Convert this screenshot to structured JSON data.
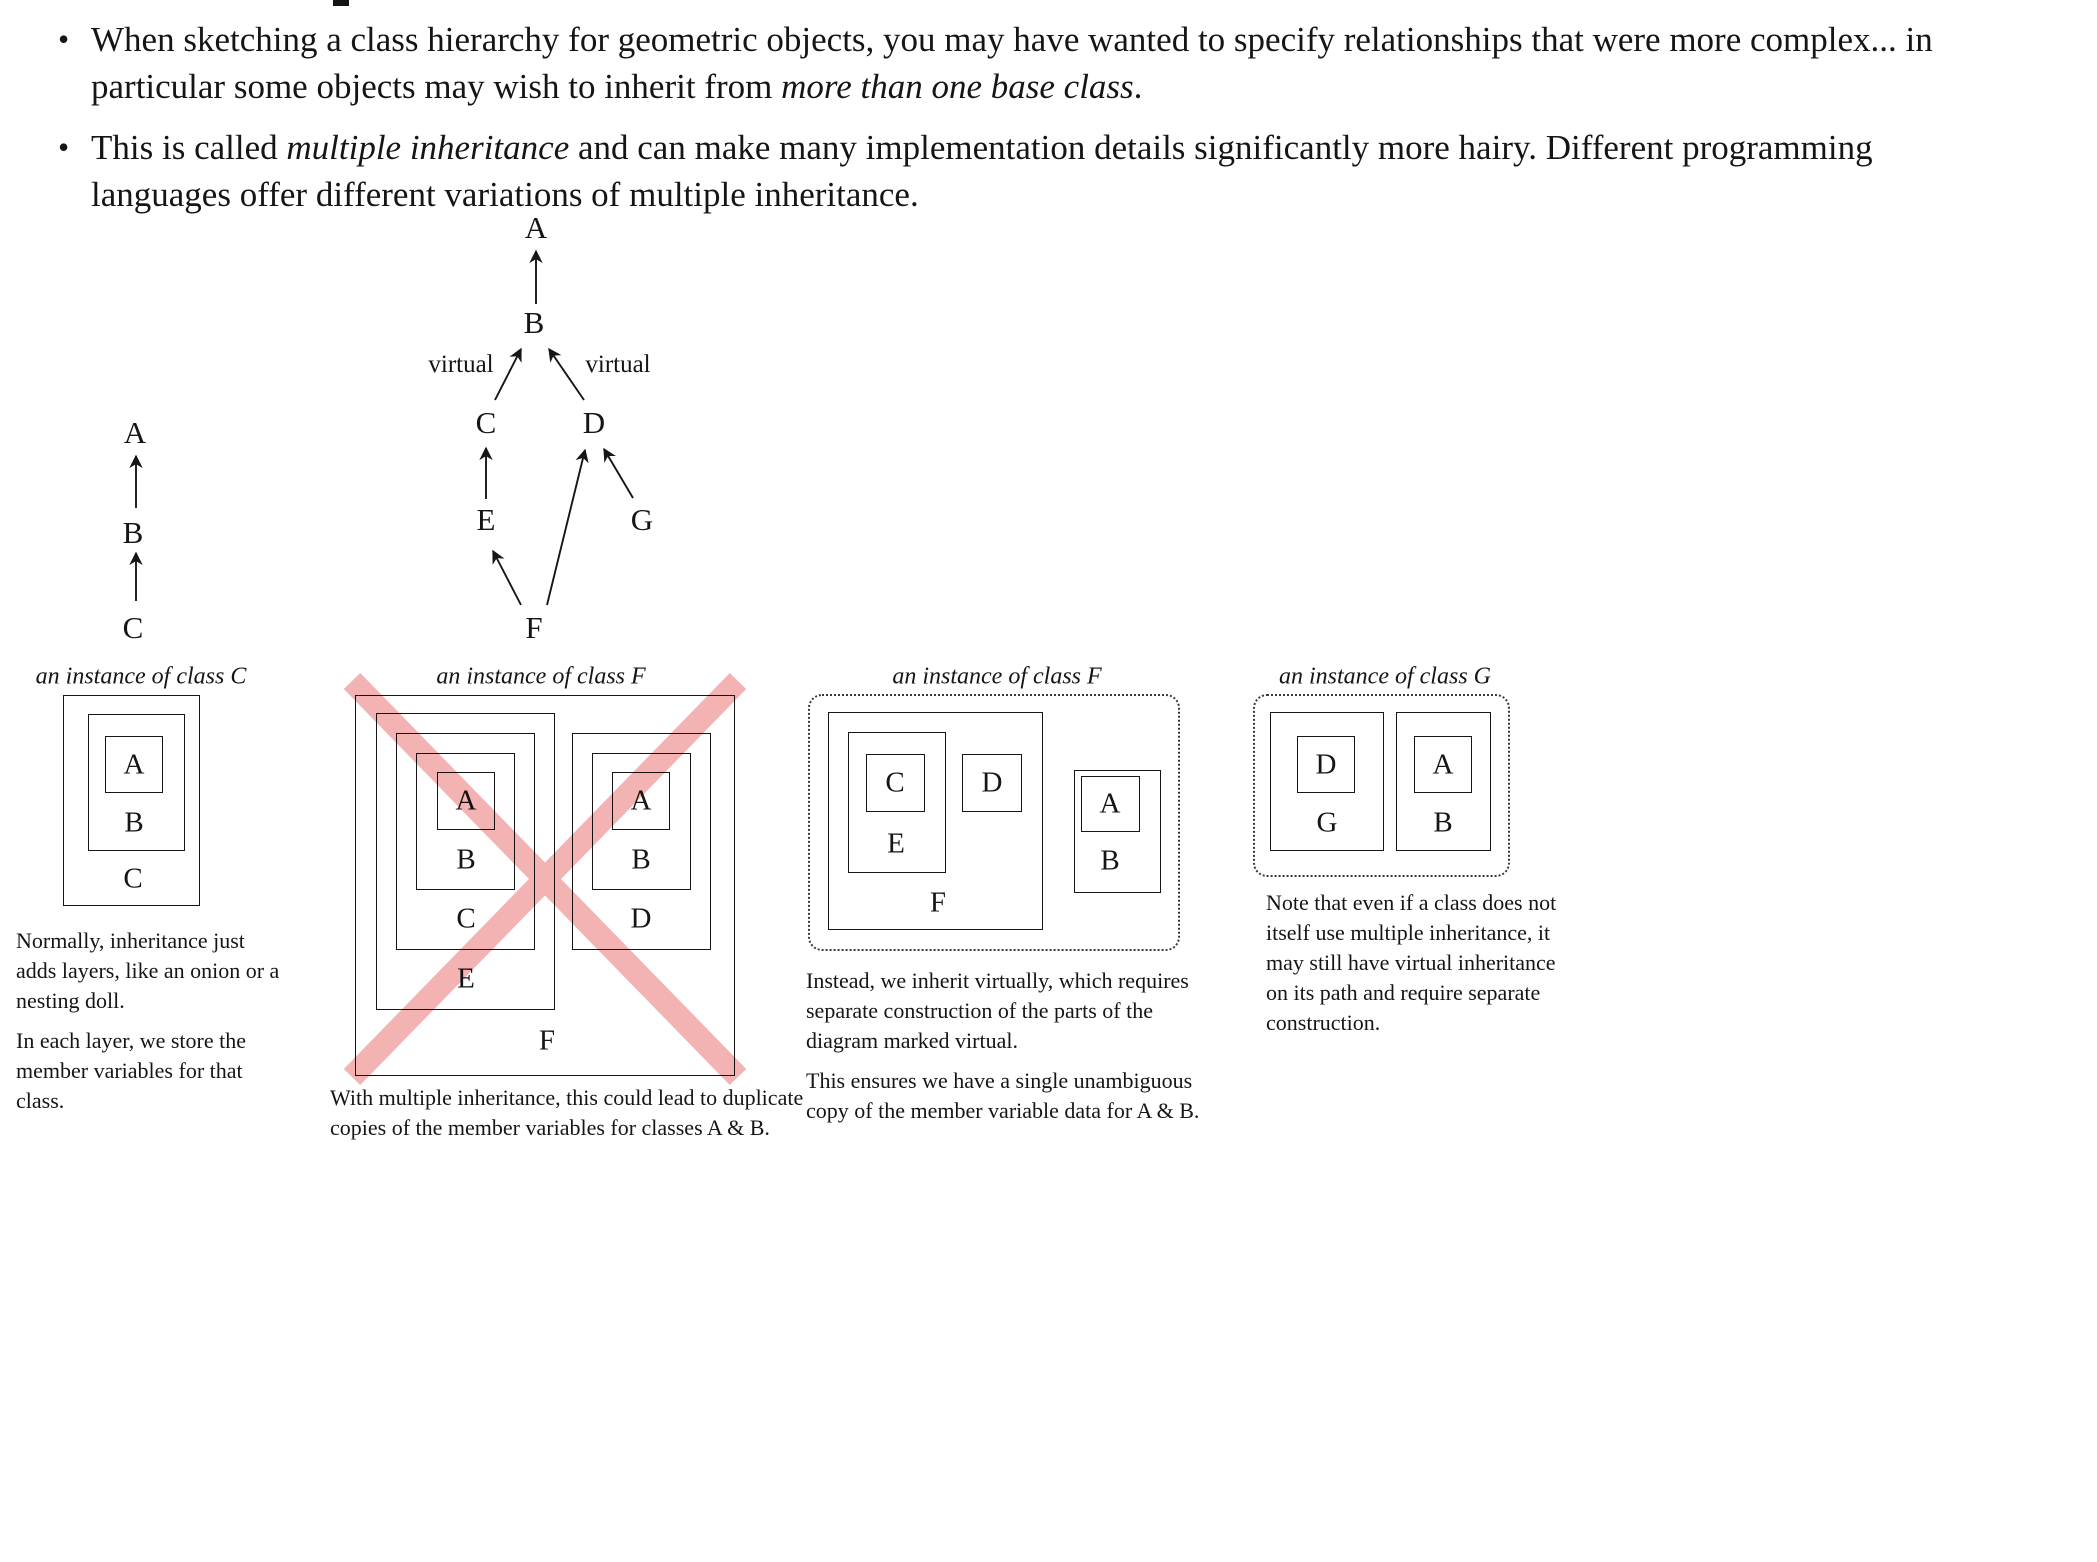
{
  "page": {
    "bullet_glyph": "•",
    "bullets": [
      {
        "pre": "When sketching a class hierarchy for geometric objects, you may have wanted to specify relationships that were more complex... in particular some objects may wish to inherit from ",
        "em": "more than one base class",
        "post": "."
      },
      {
        "pre": "This is called ",
        "em": "multiple inheritance",
        "post": " and can make many implementation details significantly more hairy. Different programming languages offer different variations of multiple inheritance."
      }
    ]
  },
  "diagrams": {
    "chain": {
      "a": "A",
      "b": "B",
      "c": "C"
    },
    "graph": {
      "a": "A",
      "b": "B",
      "c": "C",
      "d": "D",
      "e": "E",
      "f": "F",
      "g": "G",
      "virtual_left": "virtual",
      "virtual_right": "virtual"
    }
  },
  "panels": [
    {
      "title": "an instance of class C",
      "labels": {
        "a": "A",
        "b": "B",
        "c": "C"
      },
      "captions": [
        "Normally, inheritance just adds layers, like an onion or a nesting doll.",
        "In each layer, we store the member variables for that class."
      ]
    },
    {
      "title": "an instance of class F",
      "labels": {
        "left_a": "A",
        "left_b": "B",
        "left_c": "C",
        "left_e": "E",
        "f": "F",
        "right_a": "A",
        "right_b": "B",
        "right_d": "D"
      },
      "captions": [
        "With multiple inheritance, this could lead to duplicate copies of the member variables for classes A & B."
      ]
    },
    {
      "title": "an instance of class F",
      "labels": {
        "c": "C",
        "d": "D",
        "e": "E",
        "f": "F",
        "a": "A",
        "b": "B"
      },
      "captions": [
        "Instead, we inherit virtually, which requires separate construction of the parts of the diagram marked virtual.",
        "This ensures we have a single unambiguous copy of the member variable data for A & B."
      ]
    },
    {
      "title": "an instance of class G",
      "labels": {
        "d": "D",
        "g": "G",
        "a": "A",
        "b": "B"
      },
      "captions": [
        "Note that even if a class does not itself use multiple inheritance, it may still have virtual inheritance on its path and require separate construction."
      ]
    }
  ],
  "colors": {
    "cross": "#f3b3b3"
  }
}
